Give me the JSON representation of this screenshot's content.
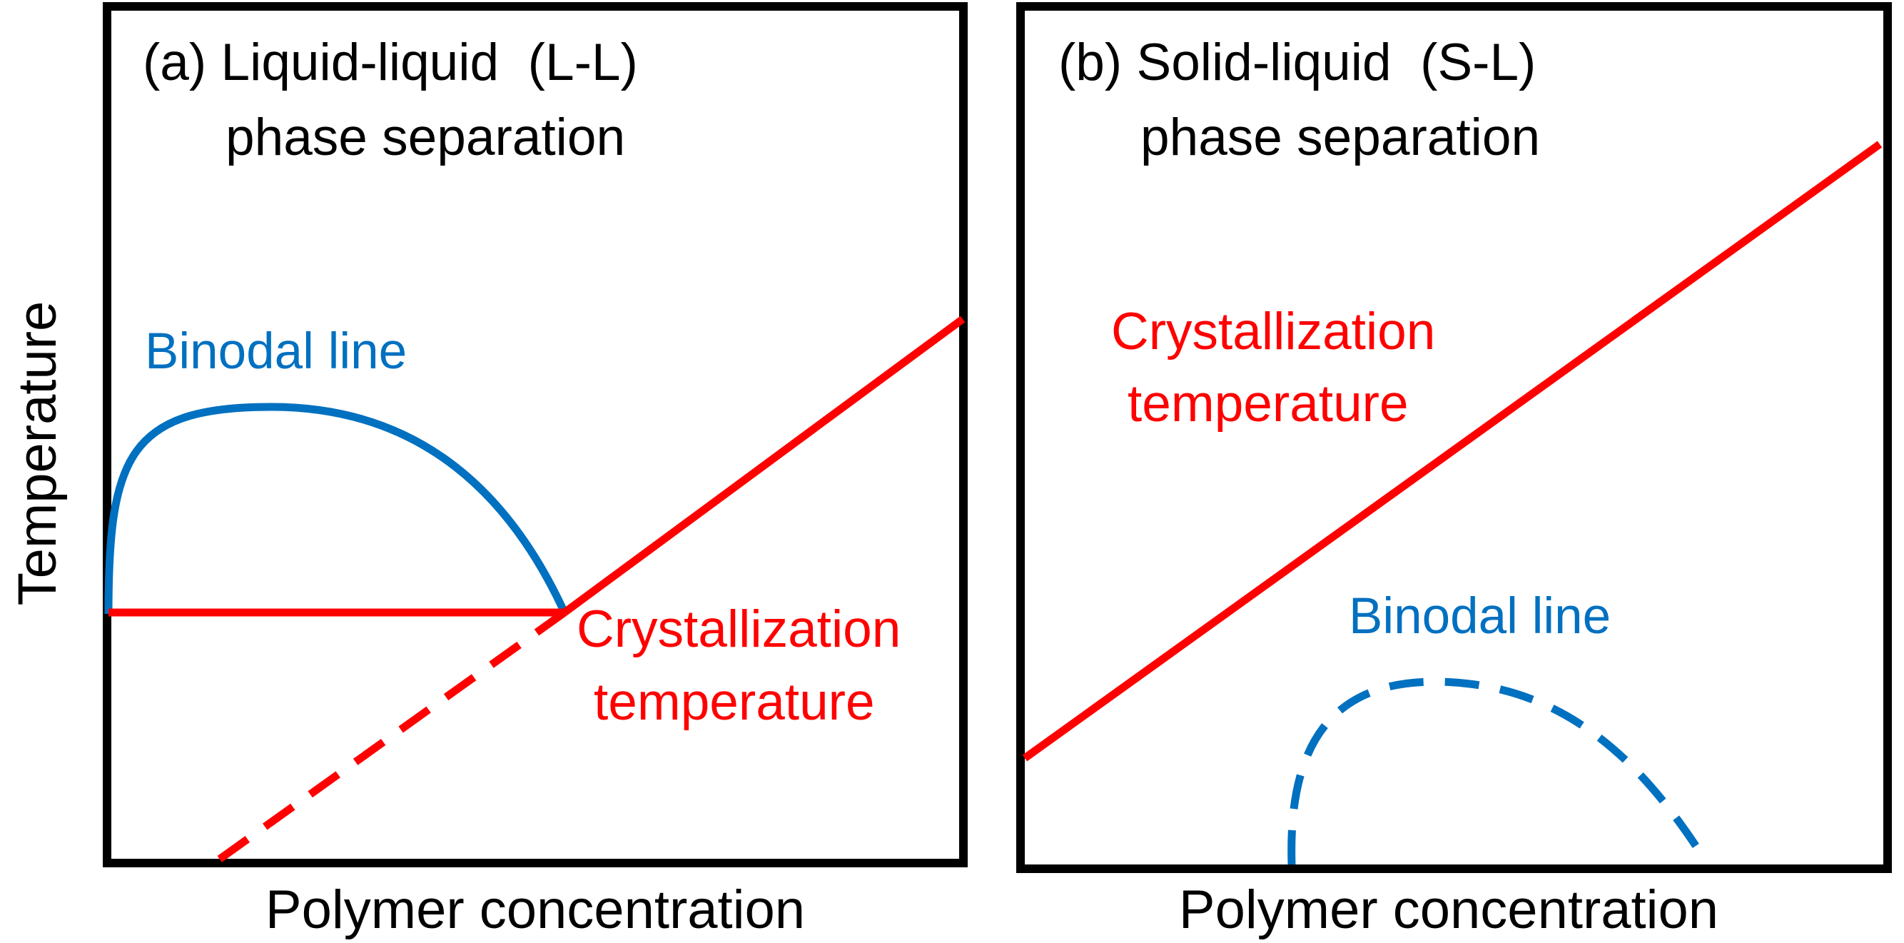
{
  "y_axis_label": "Temperature",
  "colors": {
    "red": "#ff0000",
    "blue": "#0070c0",
    "frame": "#000000"
  },
  "panel_a": {
    "title_line1": "(a) Liquid-liquid  (L-L)",
    "title_line2": "phase separation",
    "binodal_label": "Binodal line",
    "crystallization_line1": "Crystallization",
    "crystallization_line2": "temperature",
    "x_label": "Polymer concentration"
  },
  "panel_b": {
    "title_line1": "(b) Solid-liquid  (S-L)",
    "title_line2": "phase separation",
    "crystallization_line1": "Crystallization",
    "crystallization_line2": "temperature",
    "binodal_label": "Binodal line",
    "x_label": "Polymer concentration"
  }
}
